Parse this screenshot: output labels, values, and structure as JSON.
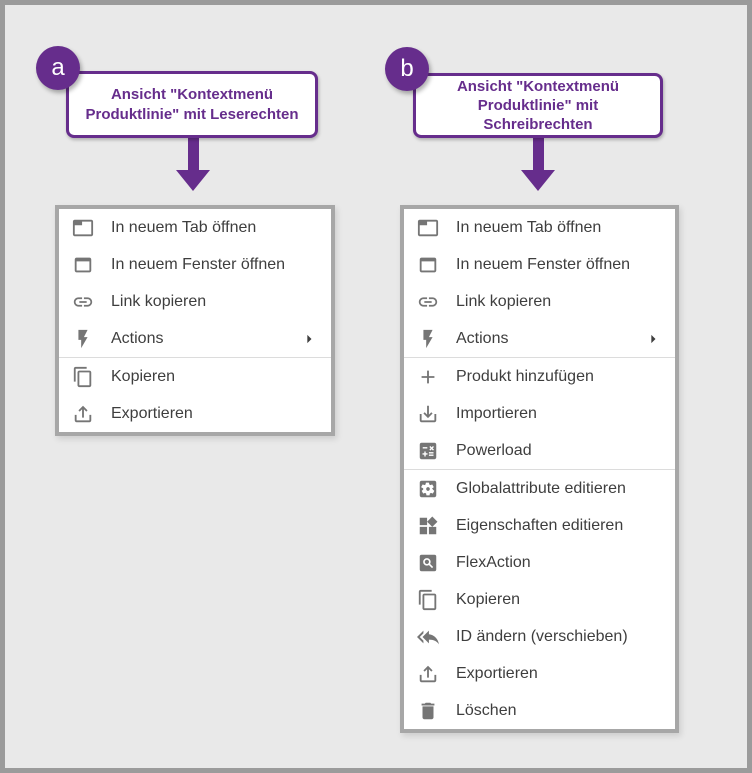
{
  "colors": {
    "purple": "#662d8c",
    "background": "#e9e9e9",
    "frame_border": "#9b9b9b",
    "menu_border": "#a7a7a7",
    "menu_bg": "#ffffff",
    "item_text": "#3e3e3e",
    "icon_gray": "#757575",
    "divider": "#dcdcdc"
  },
  "callout_a": {
    "badge": "a",
    "lines": [
      "Ansicht \"Kontextmenü",
      "Produktlinie\" mit Leserechten"
    ]
  },
  "callout_b": {
    "badge": "b",
    "lines": [
      "Ansicht \"Kontextmenü",
      "Produktlinie\" mit",
      "Schreibrechten"
    ]
  },
  "menu_read": {
    "items": [
      {
        "icon": "tab-icon",
        "label": "In neuem Tab öffnen"
      },
      {
        "icon": "window-icon",
        "label": "In neuem Fenster öffnen"
      },
      {
        "icon": "link-icon",
        "label": "Link kopieren"
      },
      {
        "icon": "flash-icon",
        "label": "Actions",
        "submenu": true,
        "divider_after": true
      },
      {
        "icon": "copy-icon",
        "label": "Kopieren"
      },
      {
        "icon": "export-icon",
        "label": "Exportieren"
      }
    ]
  },
  "menu_write": {
    "items": [
      {
        "icon": "tab-icon",
        "label": "In neuem Tab öffnen"
      },
      {
        "icon": "window-icon",
        "label": "In neuem Fenster öffnen"
      },
      {
        "icon": "link-icon",
        "label": "Link kopieren"
      },
      {
        "icon": "flash-icon",
        "label": "Actions",
        "submenu": true,
        "divider_after": true
      },
      {
        "icon": "plus-icon",
        "label": "Produkt hinzufügen"
      },
      {
        "icon": "import-icon",
        "label": "Importieren"
      },
      {
        "icon": "calculator-icon",
        "label": "Powerload",
        "divider_after": true
      },
      {
        "icon": "settings-icon",
        "label": "Globalattribute editieren"
      },
      {
        "icon": "widgets-icon",
        "label": "Eigenschaften editieren"
      },
      {
        "icon": "search-box-icon",
        "label": "FlexAction"
      },
      {
        "icon": "copy-icon",
        "label": "Kopieren"
      },
      {
        "icon": "move-icon",
        "label": "ID ändern (verschieben)"
      },
      {
        "icon": "export-icon",
        "label": "Exportieren"
      },
      {
        "icon": "trash-icon",
        "label": "Löschen"
      }
    ]
  }
}
